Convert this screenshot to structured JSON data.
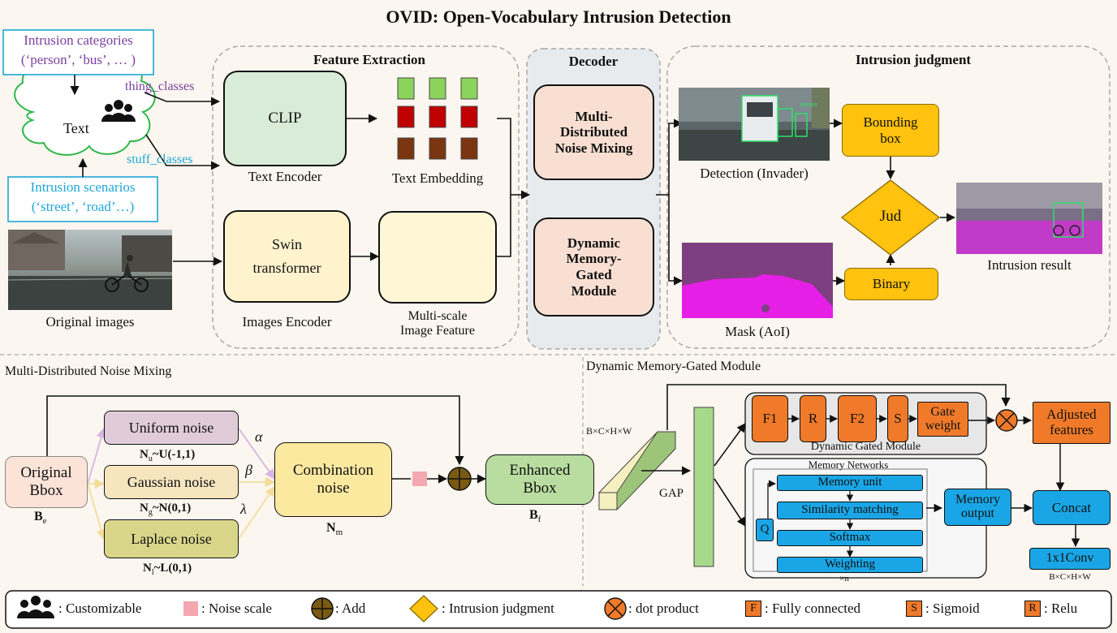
{
  "title": "OVID: Open-Vocabulary Intrusion Detection",
  "top": {
    "intrusion_categories": "Intrusion categories",
    "categories_examples": "(‘person’, ‘bus’, … )",
    "text_cloud": "Text",
    "thing_classes": "thing_classes",
    "stuff_classes": "stuff_classes",
    "intrusion_scenarios": "Intrusion scenarios",
    "scenarios_examples": "(‘street’, ‘road’…)",
    "original_images": "Original images",
    "feature_extraction": "Feature Extraction",
    "clip": "CLIP",
    "text_encoder": "Text Encoder",
    "text_embedding": "Text Embedding",
    "swin_line1": "Swin",
    "swin_line2": "transformer",
    "images_encoder": "Images Encoder",
    "multiscale_line1": "Multi-scale",
    "multiscale_line2": "Image Feature",
    "decoder": "Decoder",
    "mdnm_line1": "Multi-",
    "mdnm_line2": "Distributed",
    "mdnm_line3": "Noise Mixing",
    "dmgm_line1": "Dynamic",
    "dmgm_line2": "Memory-",
    "dmgm_line3": "Gated",
    "dmgm_line4": "Module",
    "intrusion_judgment": "Intrusion judgment",
    "detection_label": "Detection (Invader)",
    "mask_label": "Mask (AoI)",
    "bbox_line1": "Bounding",
    "bbox_line2": "box",
    "jud": "Jud",
    "binary": "Binary",
    "intrusion_result": "Intrusion result",
    "det_tag": "person"
  },
  "noise": {
    "section_title": "Multi-Distributed Noise Mixing",
    "original_line1": "Original",
    "original_line2": "Bbox",
    "be_main": "B",
    "be_sub": "e",
    "uniform": "Uniform noise",
    "nu_main": "N",
    "nu_sub": "u",
    "nu_rest": "~U(-1,1)",
    "gaussian": "Gaussian noise",
    "ng_main": "N",
    "ng_sub": "g",
    "ng_rest": "~N(0,1)",
    "laplace": "Laplace noise",
    "nl_main": "N",
    "nl_sub": "l",
    "nl_rest": "~L(0,1)",
    "alpha": "α",
    "beta": "β",
    "lambda": "λ",
    "combination_line1": "Combination",
    "combination_line2": "noise",
    "nm_main": "N",
    "nm_sub": "m",
    "enhanced_line1": "Enhanced",
    "enhanced_line2": "Bbox",
    "bf_main": "B",
    "bf_sub": "f"
  },
  "memory": {
    "section_title": "Dynamic Memory-Gated Module",
    "input_dims": "B×C×H×W",
    "gap": "GAP",
    "f1": "F1",
    "r": "R",
    "f2": "F2",
    "s": "S",
    "gate_line1": "Gate",
    "gate_line2": "weight",
    "dynamic_gated_module": "Dynamic Gated Module",
    "memory_networks": "Memory Networks",
    "q": "Q",
    "memory_unit": "Memory unit",
    "similarity_matching": "Similarity matching",
    "softmax": "Softmax",
    "weighting": "Weighting",
    "times_n": "×n",
    "memory_output_line1": "Memory",
    "memory_output_line2": "output",
    "adjusted_line1": "Adjusted",
    "adjusted_line2": "features",
    "concat": "Concat",
    "conv": "1x1Conv",
    "output_dims": "B×C×H×W"
  },
  "legend": {
    "customizable": ": Customizable",
    "noise_scale": ": Noise scale",
    "add": ": Add",
    "intrusion_judgment": ": Intrusion judgment",
    "dot_product": ": dot product",
    "fc_letter": "F",
    "fully_connected": ": Fully connected",
    "s_letter": "S",
    "sigmoid": ": Sigmoid",
    "r_letter": "R",
    "relu": ": Relu"
  },
  "colors": {
    "purple_text": "#7b3fa0",
    "cyan_text": "#1ea7d6",
    "orange_box": "#f07a2a",
    "blue_box": "#1aa6e6",
    "yellow_box": "#ffc20e",
    "mask_purple": "#7e3f80",
    "mask_magenta": "#e61fe6"
  }
}
